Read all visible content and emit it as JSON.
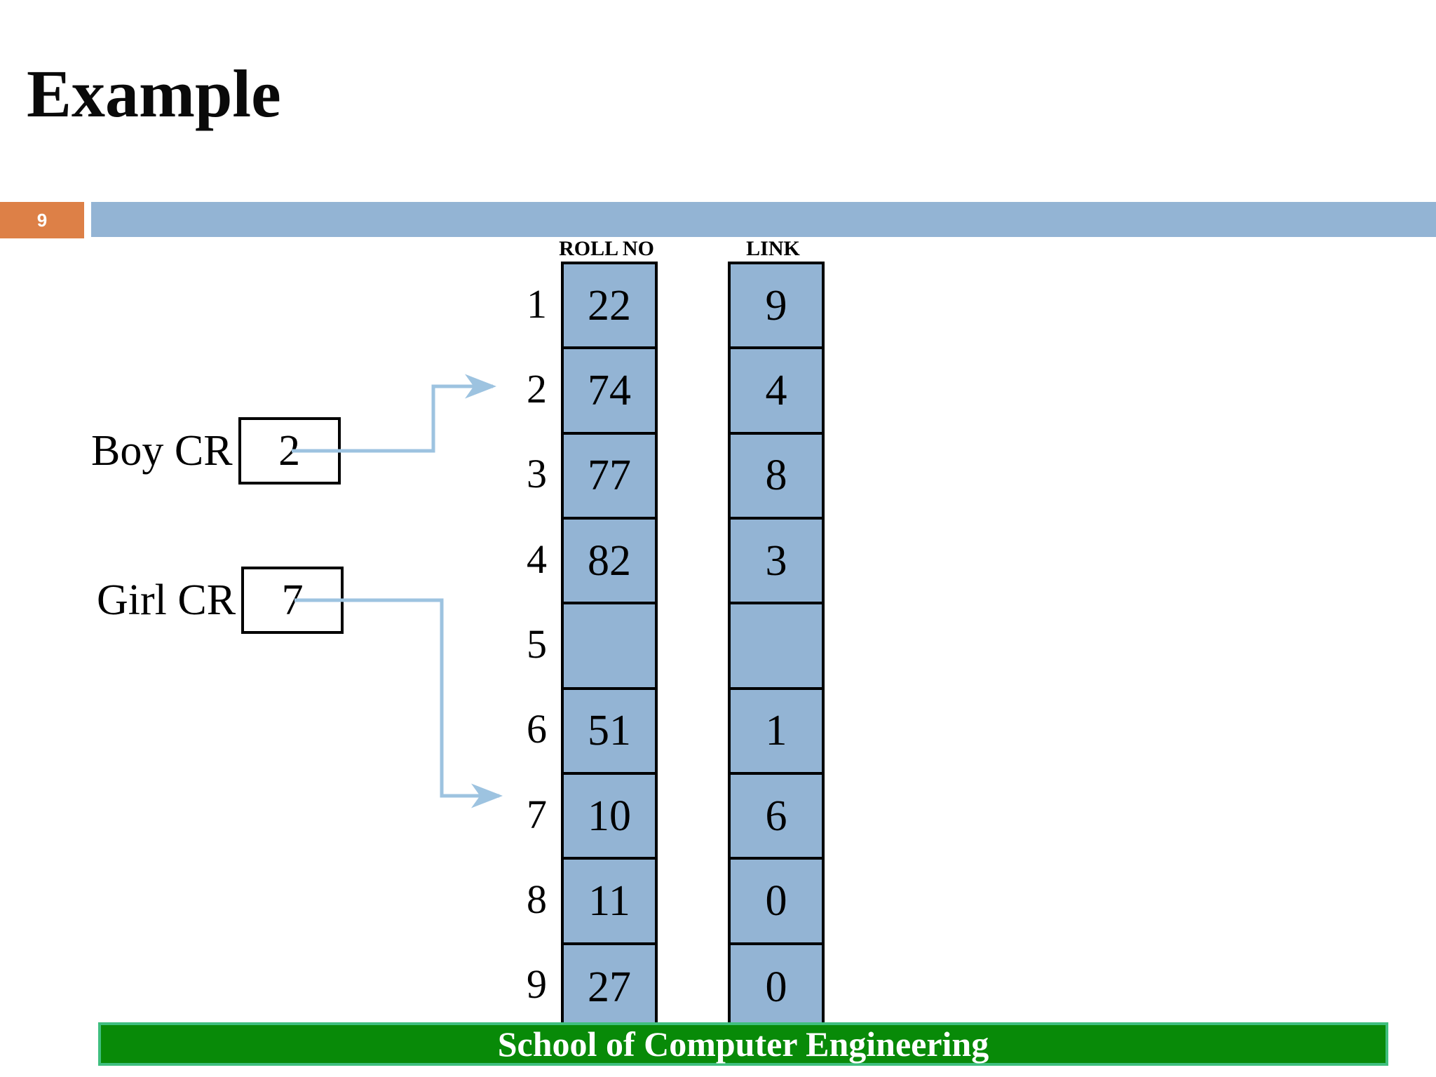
{
  "slide": {
    "title": "Example",
    "number": "9",
    "footer": "School of Computer Engineering",
    "accent_orange": "#dd8047",
    "accent_blue": "#93b4d4",
    "footer_green": "#088a08",
    "footer_border_green": "#3fbf7f",
    "connector_blue": "#9dc3e0"
  },
  "table": {
    "headers": {
      "roll_no": "ROLL NO",
      "link": "LINK"
    },
    "row_indices": [
      "1",
      "2",
      "3",
      "4",
      "5",
      "6",
      "7",
      "8",
      "9"
    ],
    "rows": [
      {
        "index": "1",
        "roll_no": "22",
        "link": "9"
      },
      {
        "index": "2",
        "roll_no": "74",
        "link": "4"
      },
      {
        "index": "3",
        "roll_no": "77",
        "link": "8"
      },
      {
        "index": "4",
        "roll_no": "82",
        "link": "3"
      },
      {
        "index": "5",
        "roll_no": "",
        "link": ""
      },
      {
        "index": "6",
        "roll_no": "51",
        "link": "1"
      },
      {
        "index": "7",
        "roll_no": "10",
        "link": "6"
      },
      {
        "index": "8",
        "roll_no": "11",
        "link": "0"
      },
      {
        "index": "9",
        "roll_no": "27",
        "link": "0"
      }
    ]
  },
  "pointers": [
    {
      "label": "Boy CR",
      "value": "2",
      "points_to_row": "2"
    },
    {
      "label": "Girl CR",
      "value": "7",
      "points_to_row": "7"
    }
  ]
}
